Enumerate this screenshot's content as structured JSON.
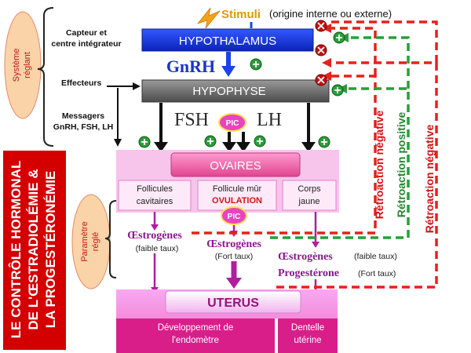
{
  "side_title": {
    "line1": "LE CONTRÔLE HORMONAL",
    "line2": "DE L'ŒSTRADIOLÉMIE &",
    "line3": "LA PROGESTÉRONÉMIE"
  },
  "systeme_reglant": {
    "line1": "Système",
    "line2": "réglant"
  },
  "parametre_regle": {
    "line1": "Paramètre",
    "line2": "réglé"
  },
  "labels": {
    "capteur_1": "Capteur et",
    "capteur_2": "centre intégrateur",
    "effecteurs": "Effecteurs",
    "messagers_1": "Messagers",
    "messagers_2": "GnRH, FSH, LH"
  },
  "stimuli": {
    "title": "Stimuli",
    "detail": "(origine interne ou externe)"
  },
  "hypothalamus": "HYPOTHALAMUS",
  "gnrh": "GnRH",
  "hypophyse": "HYPOPHYSE",
  "fsh": "FSH",
  "lh": "LH",
  "pic_top": "PIC",
  "pic_mid": "PIC",
  "ovaires": "OVAIRES",
  "ovary_cells": {
    "follicules_1": "Follicules",
    "follicules_2": "cavitaires",
    "mur": "Follicule mûr",
    "ovulation": "OVULATION",
    "corps_1": "Corps",
    "corps_2": "jaune"
  },
  "hormones": {
    "oestro_left": "Œstrogènes",
    "faible_left": "(faible taux)",
    "oestro_mid": "Œstrogènes",
    "fort_mid": "(Fort taux)",
    "oestro_right": "Œstrogènes",
    "faible_right": "(faible taux)",
    "progesterone": "Progestérone",
    "fort_right": "(Fort taux)"
  },
  "uterus": "UTERUS",
  "uterus_cells": {
    "dev_1": "Développement de",
    "dev_2": "l'endomètre",
    "dent_1": "Dentelle",
    "dent_2": "utérine"
  },
  "feedback": {
    "neg1": "Rétroaction négative",
    "pos": "Rétroaction positive",
    "neg2": "Rétroaction négative"
  },
  "colors": {
    "red": "#e8201c",
    "green": "#2a9d3a",
    "purple": "#b01ea0",
    "blue": "#1a44e8",
    "pink": "#f7c4ec"
  }
}
